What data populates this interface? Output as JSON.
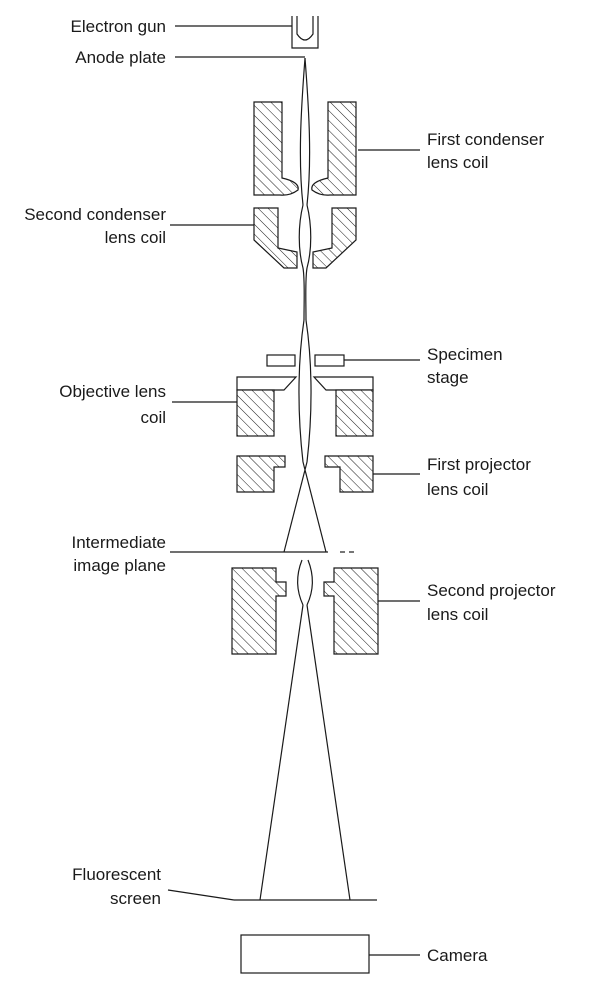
{
  "labels": {
    "electron_gun": "Electron gun",
    "anode_plate": "Anode plate",
    "first_condenser_1": "First condenser",
    "first_condenser_2": "lens coil",
    "second_condenser_1": "Second condenser",
    "second_condenser_2": "lens coil",
    "specimen_1": "Specimen",
    "specimen_2": "stage",
    "objective_1": "Objective lens",
    "objective_2": "coil",
    "first_projector_1": "First projector",
    "first_projector_2": "lens coil",
    "intermediate_1": "Intermediate",
    "intermediate_2": "image plane",
    "second_projector_1": "Second projector",
    "second_projector_2": "lens coil",
    "fluorescent_1": "Fluorescent",
    "fluorescent_2": "screen",
    "camera": "Camera"
  }
}
